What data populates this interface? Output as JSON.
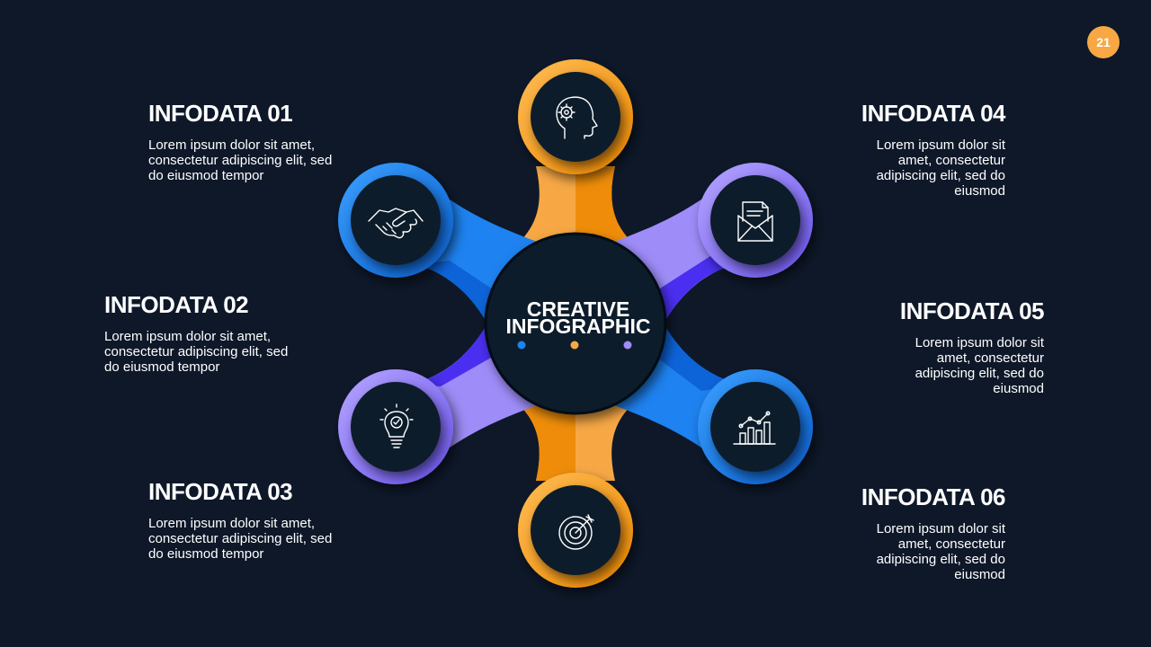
{
  "page_number": "21",
  "center": {
    "line1": "CREATIVE",
    "line2": "INFOGRAPHIC"
  },
  "colors": {
    "background": "#0e1829",
    "orange": "#f7a845",
    "blue": "#1e82f0",
    "purple": "#9e8cf8",
    "violet": "#4a2ff0",
    "badge": "#f7a845"
  },
  "items": [
    {
      "title": "INFODATA 01",
      "text": "Lorem ipsum dolor sit amet, consectetur  adipiscing elit, sed do eiusmod tempor",
      "icon": "handshake-icon",
      "color": "blue"
    },
    {
      "title": "INFODATA 02",
      "text": "Lorem ipsum dolor sit amet, consectetur  adipiscing elit, sed do eiusmod tempor",
      "icon": "lightbulb-check-icon",
      "color": "purple"
    },
    {
      "title": "INFODATA 03",
      "text": "Lorem ipsum dolor sit amet, consectetur  adipiscing elit, sed do eiusmod tempor",
      "icon": "target-dart-icon",
      "color": "orange"
    },
    {
      "title": "INFODATA 04",
      "text": "Lorem ipsum dolor sit amet, consectetur adipiscing elit, sed do eiusmod",
      "icon": "head-gear-icon",
      "color": "orange"
    },
    {
      "title": "INFODATA 05",
      "text": "Lorem ipsum dolor sit amet, consectetur adipiscing elit, sed do eiusmod",
      "icon": "envelope-document-icon",
      "color": "purple"
    },
    {
      "title": "INFODATA 06",
      "text": "Lorem ipsum dolor sit amet, consectetur adipiscing elit, sed do eiusmod",
      "icon": "bar-chart-growth-icon",
      "color": "blue"
    }
  ]
}
